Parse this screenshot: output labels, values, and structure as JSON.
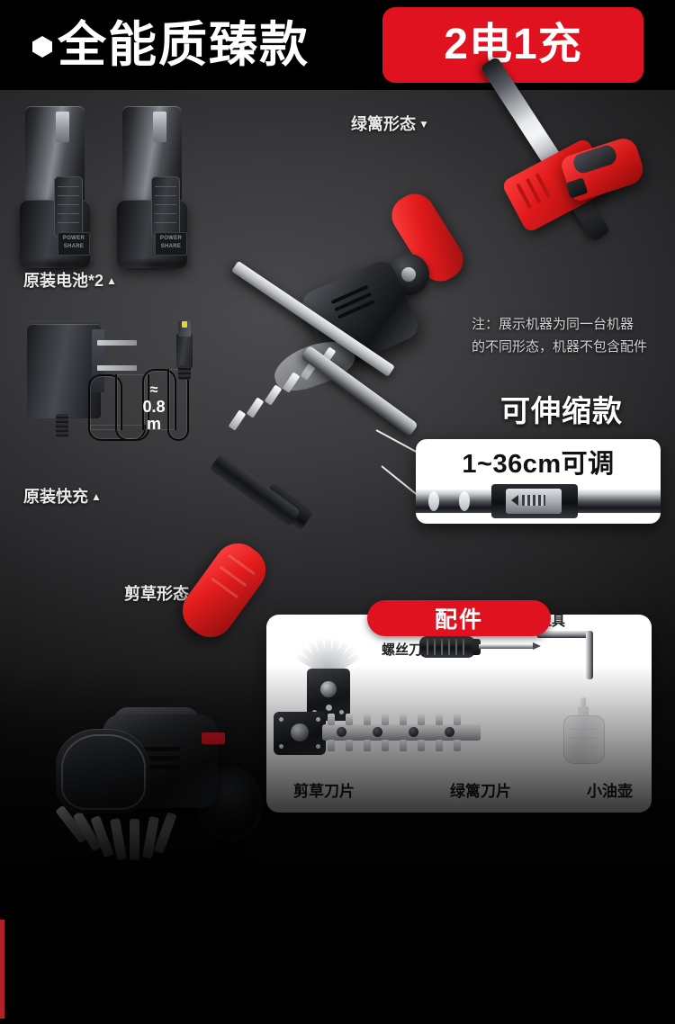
{
  "header": {
    "bullet_icon": "hexagon-bullet-icon",
    "title": "全能质臻款",
    "badge": "2电1充",
    "badge_color": "#e1121f"
  },
  "battery_section": {
    "caption": "原装电池*2",
    "caption_marker": "▲",
    "count": 2,
    "brand_text_line1": "POWER",
    "brand_text_line2": "SHARE"
  },
  "charger_section": {
    "caption": "原装快充",
    "caption_marker": "▲",
    "cable_approx": "≈",
    "cable_length": "0.8",
    "cable_unit": "m"
  },
  "tool_modes": {
    "hedge_label": "绿篱形态",
    "hedge_marker": "▼",
    "grass_label": "剪草形态",
    "grass_marker": "▼"
  },
  "note": {
    "line1": "注：展示机器为同一台机器",
    "line2": "的不同形态，机器不包含配件"
  },
  "telescopic": {
    "title": "可伸缩款",
    "callout_text": "1~36cm可调"
  },
  "accessories": {
    "badge": "配件",
    "badge_color": "#e1121f",
    "items": [
      {
        "name": "剪草刀片",
        "icon": "grass-blade-icon"
      },
      {
        "name": "螺丝刀",
        "icon": "screwdriver-icon"
      },
      {
        "name": "安装工具",
        "icon": "allen-key-icon"
      },
      {
        "name": "绿篱刀片",
        "icon": "hedge-blade-icon"
      },
      {
        "name": "小油壶",
        "icon": "oil-bottle-icon"
      }
    ]
  },
  "colors": {
    "brand_red": "#e1121f",
    "tool_red": "#e21b1b",
    "background": "#000000",
    "panel_white": "#ffffff"
  }
}
